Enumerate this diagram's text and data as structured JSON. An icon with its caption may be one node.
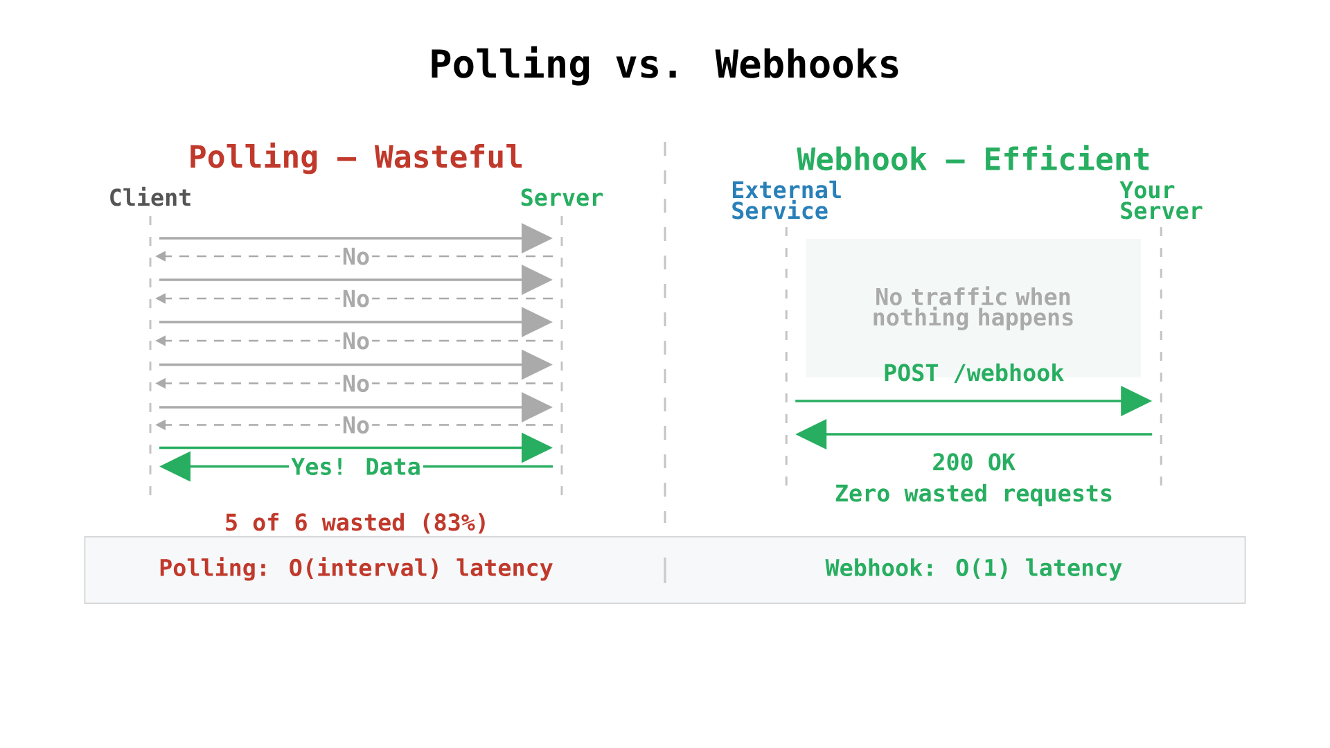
{
  "diagram": {
    "title": "Polling vs. Webhooks",
    "nodes": [
      {
        "text": [
          "Client"
        ]
      },
      {
        "text": [
          "Server"
        ]
      },
      {
        "text": [
          "External Service"
        ]
      },
      {
        "text": [
          "Your Server"
        ]
      },
      {
        "text": [
          "No traffic when nothing happens"
        ]
      },
      {
        "text": [
          "Polling: O(interval) latency",
          "Webhook: O(1) latency"
        ]
      }
    ],
    "edges": [
      {
        "from": 0,
        "to": 1,
        "arrow": "to"
      },
      {
        "from": 1,
        "to": 0,
        "arrow": "to",
        "style": "dashed",
        "label": "No"
      },
      {
        "from": 0,
        "to": 1,
        "arrow": "to"
      },
      {
        "from": 1,
        "to": 0,
        "arrow": "to",
        "style": "dashed",
        "label": "No"
      },
      {
        "from": 0,
        "to": 1,
        "arrow": "to"
      },
      {
        "from": 1,
        "to": 0,
        "arrow": "to",
        "style": "dashed",
        "label": "No"
      },
      {
        "from": 0,
        "to": 1,
        "arrow": "to"
      },
      {
        "from": 1,
        "to": 0,
        "arrow": "to",
        "style": "dashed",
        "label": "No"
      },
      {
        "from": 0,
        "to": 1,
        "arrow": "to"
      },
      {
        "from": 1,
        "to": 0,
        "arrow": "to",
        "style": "dashed",
        "label": "No"
      },
      {
        "from": 0,
        "to": 1,
        "arrow": "to",
        "color": "#27ae60"
      },
      {
        "from": 1,
        "to": 0,
        "arrow": "to",
        "color": "#27ae60",
        "label": "Yes! Data"
      },
      {
        "from": 2,
        "to": 3,
        "arrow": "to",
        "color": "#27ae60",
        "label": "POST /webhook"
      },
      {
        "from": 3,
        "to": 2,
        "arrow": "to",
        "color": "#27ae60",
        "label": "200 OK"
      }
    ],
    "labels": [
      "Polling — Wasteful",
      "Webhook — Efficient",
      "Zero wasted requests",
      "5 of 6 wasted (83%)"
    ]
  }
}
